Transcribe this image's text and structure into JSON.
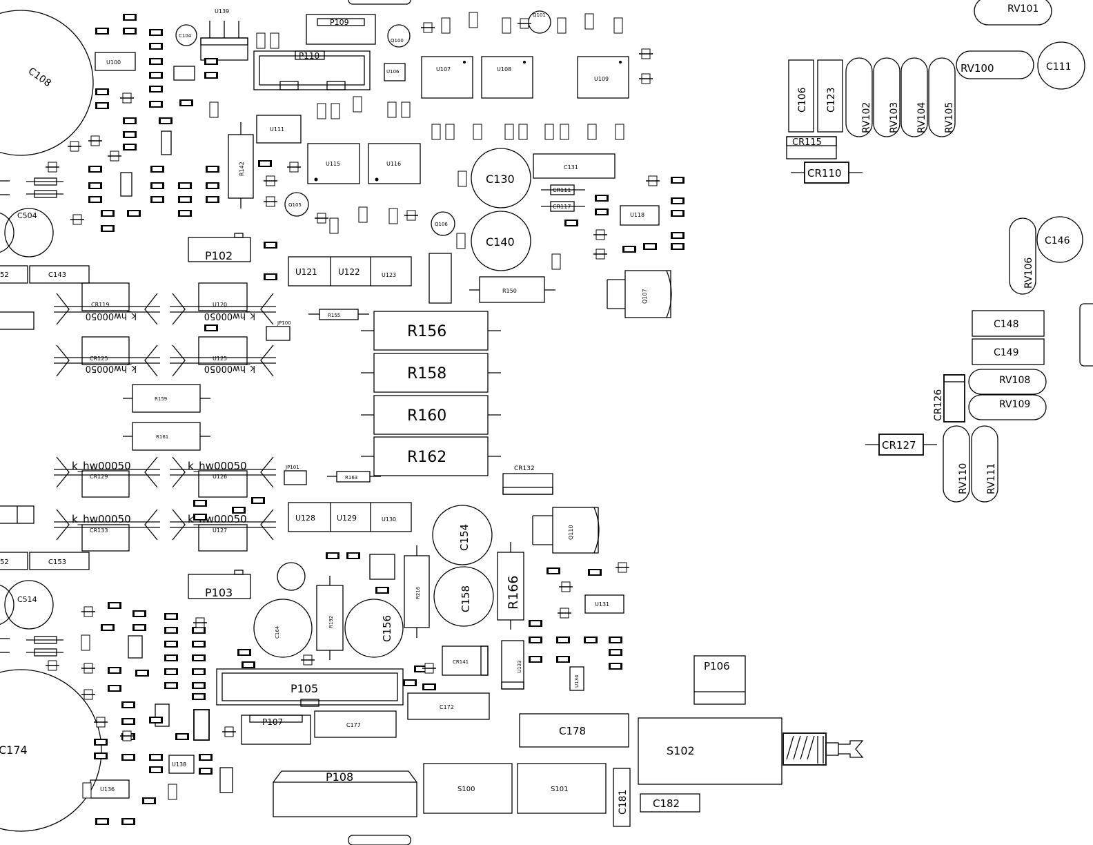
{
  "labels": {
    "C108": "C108",
    "C174": "C174",
    "C504": "C504",
    "C514": "C514",
    "C143": "C143",
    "C153": "C153",
    "C162": "52",
    "C152": "52",
    "U139": "U139",
    "U100": "U100",
    "C104": "C104",
    "P109": "P109",
    "P110": "P110",
    "Q100": "Q100",
    "Q101": "Q101",
    "U107": "U107",
    "U108": "U108",
    "U109": "U109",
    "U106": "U106",
    "U111": "U111",
    "U115": "U115",
    "U116": "U116",
    "R142": "R142",
    "Q105": "Q105",
    "Q106": "Q106",
    "C130": "C130",
    "C131": "C131",
    "C140": "C140",
    "CR111": "CR111",
    "CR117": "CR117",
    "U118": "U118",
    "P102": "P102",
    "U121": "U121",
    "U122": "U122",
    "U123": "U123",
    "R150": "R150",
    "Q107": "Q107",
    "R155": "R155",
    "JP100": "JP100",
    "R156": "R156",
    "R158": "R158",
    "R160": "R160",
    "R162": "R162",
    "R159": "R159",
    "R161": "R161",
    "khw1": "k_hw00050",
    "khw2": "k_hw00050",
    "khw3": "k_hw00050",
    "khw4": "k_hw00050",
    "khw5": "k_hw00050",
    "khw6": "k_hw00050",
    "khw7": "k_hw00050",
    "khw8": "k_hw00050",
    "CR119": "CR119",
    "U120": "U120",
    "CR125": "CR125",
    "U125": "U125",
    "CR129": "CR129",
    "U126": "U126",
    "CR133": "CR133",
    "U127": "U127",
    "JP101": "JP101",
    "R163": "R163",
    "CR132": "CR132",
    "U128": "U128",
    "U129": "U129",
    "U130": "U130",
    "C154": "C154",
    "C158": "C158",
    "R166": "R166",
    "Q110": "Q110",
    "P103": "P103",
    "C164": "C164",
    "R192": "R192",
    "C156": "C156",
    "R216": "R216",
    "U131": "U131",
    "CR141": "CR141",
    "U133": "U133",
    "U134": "U134",
    "P105": "P105",
    "C172": "C172",
    "C177": "C177",
    "P107": "P107",
    "P108": "P108",
    "S100": "S100",
    "S101": "S101",
    "C178": "C178",
    "C181": "C181",
    "C182": "C182",
    "S102": "S102",
    "P106": "P106",
    "U136": "U136",
    "U138": "U138",
    "RV101": "RV101",
    "RV100": "RV100",
    "C111": "C111",
    "C106": "C106",
    "C123": "C123",
    "RV102": "RV102",
    "RV103": "RV103",
    "RV104": "RV104",
    "RV105": "RV105",
    "CR115": "CR115",
    "CR110": "CR110",
    "RV106": "RV106",
    "C146": "C146",
    "C148": "C148",
    "C149": "C149",
    "RV108": "RV108",
    "RV109": "RV109",
    "CR126": "CR126",
    "CR127": "CR127",
    "RV110": "RV110",
    "RV111": "RV111"
  }
}
